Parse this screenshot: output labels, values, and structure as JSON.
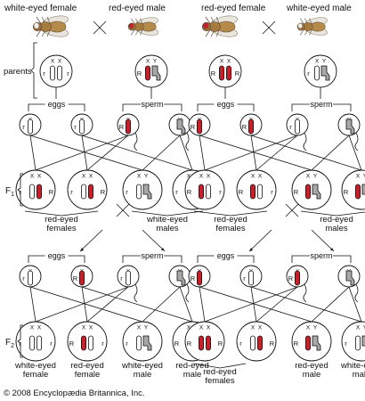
{
  "colors": {
    "dominant": "#c8202a",
    "y_chrom": "#a8a8a8",
    "recessive": "#ffffff",
    "line": "#111111"
  },
  "cross_a": {
    "parent_female": "white-eyed female",
    "parent_male": "red-eyed male",
    "eggs_label": "eggs",
    "sperm_label": "sperm",
    "f1_female_label": "red-eyed\nfemales",
    "f1_male_label": "white-eyed\nmales",
    "f2_labels": [
      "white-eyed\nfemale",
      "red-eyed\nfemale",
      "white-eyed\nmale",
      "red-eyed\nmale"
    ]
  },
  "cross_b": {
    "parent_female": "red-eyed female",
    "parent_male": "white-eyed male",
    "eggs_label": "eggs",
    "sperm_label": "sperm",
    "f1_female_label": "red-eyed\nfemales",
    "f1_male_label": "red-eyed\nmales",
    "f2_labels": [
      "red-eyed\nfemales",
      "red-eyed\nmale",
      "white-eyed\nmale"
    ]
  },
  "row_labels": {
    "parents": "parents",
    "f1": "F1",
    "f2": "F2"
  },
  "copyright": "© 2008 Encyclopædia Britannica, Inc.",
  "gene_letters": {
    "recessive": "r",
    "dominant": "R",
    "x": "X",
    "y": "Y"
  }
}
